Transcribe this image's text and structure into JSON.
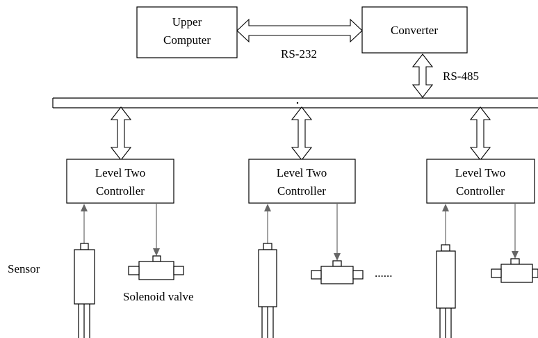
{
  "upper_computer": {
    "line1": "Upper",
    "line2": "Computer"
  },
  "converter": {
    "label": "Converter"
  },
  "links": {
    "rs232": "RS-232",
    "rs485": "RS-485"
  },
  "controllers": [
    {
      "line1": "Level Two",
      "line2": "Controller"
    },
    {
      "line1": "Level Two",
      "line2": "Controller"
    },
    {
      "line1": "Level Two",
      "line2": "Controller"
    }
  ],
  "labels": {
    "sensor": "Sensor",
    "solenoid_valve": "Solenoid valve",
    "ellipsis": "......"
  }
}
